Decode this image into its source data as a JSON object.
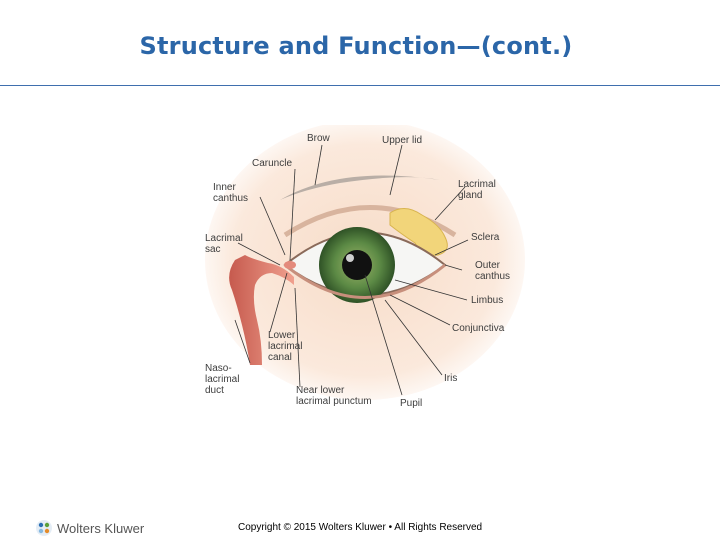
{
  "slide": {
    "title": "Structure and Function—(cont.)",
    "copyright": "Copyright © 2015 Wolters Kluwer • All Rights Reserved",
    "brand": "Wolters Kluwer"
  },
  "diagram": {
    "labels": {
      "brow": "Brow",
      "upper_lid": "Upper lid",
      "caruncle": "Caruncle",
      "inner_canthus": "Inner\ncanthus",
      "lacrimal_gland": "Lacrimal\ngland",
      "lacrimal_sac": "Lacrimal\nsac",
      "sclera": "Sclera",
      "outer_canthus": "Outer\ncanthus",
      "limbus": "Limbus",
      "conjunctiva": "Conjunctiva",
      "lower_lacrimal_canal": "Lower\nlacrimal\ncanal",
      "nasolacrimal_duct": "Naso-\nlacrimal\nduct",
      "near_lower_lacrimal_punctum": "Near lower\nlacrimal punctum",
      "iris": "Iris",
      "pupil": "Pupil"
    }
  }
}
